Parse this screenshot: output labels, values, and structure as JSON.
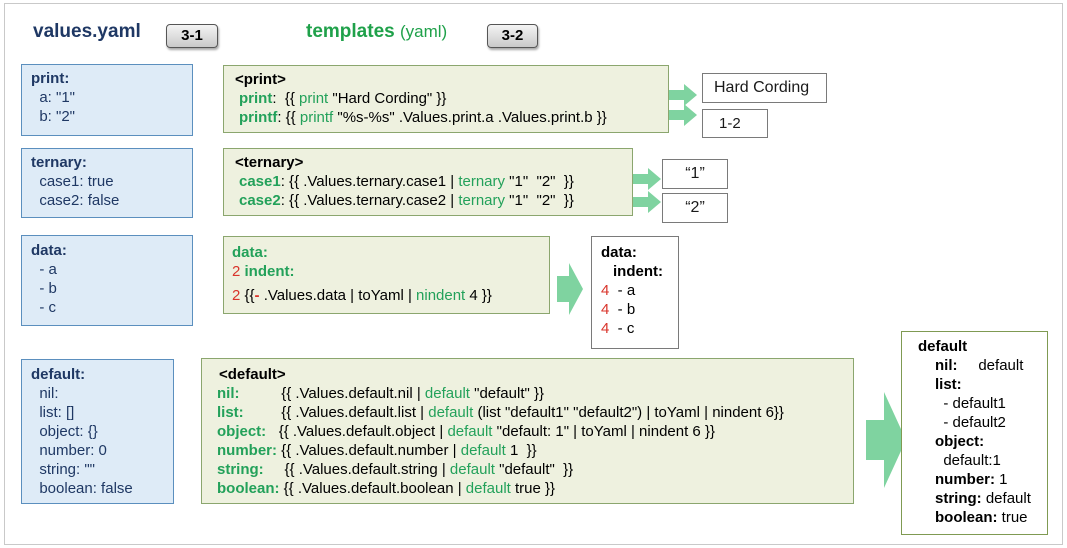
{
  "header": {
    "values_title": "values.yaml",
    "values_badge": "3-1",
    "templates_title": "templates",
    "templates_sub": "(yaml)",
    "templates_badge": "3-2"
  },
  "values": {
    "print": [
      "print:",
      "  a: \"1\"",
      "  b: \"2\""
    ],
    "ternary": [
      "ternary:",
      "  case1: true",
      "  case2: false"
    ],
    "data": [
      "data:",
      "  - a",
      "  - b",
      "  - c"
    ],
    "default": [
      "default:",
      "  nil:",
      "  list: []",
      "  object: {}",
      "  number: 0",
      "  string: \"\"",
      "  boolean: false"
    ]
  },
  "templates": {
    "print": {
      "header": "<print>",
      "l1_key": "print",
      "l1_pre": ":  {{ ",
      "l1_fn": "print",
      "l1_post": " \"Hard Cording\" }}",
      "l2_key": "printf",
      "l2_pre": ": {{ ",
      "l2_fn": "printf",
      "l2_post": " \"%s-%s\" .Values.print.a .Values.print.b }}"
    },
    "ternary": {
      "header": "<ternary>",
      "l1_key": "case1",
      "l1_pre": ": {{ .Values.ternary.case1 | ",
      "l1_fn": "ternary",
      "l1_post": " \"1\"  \"2\"  }}",
      "l2_key": "case2",
      "l2_pre": ": {{ .Values.ternary.case2 | ",
      "l2_fn": "ternary",
      "l2_post": " \"1\"  \"2\"  }}"
    },
    "data": {
      "l1": "data:",
      "l2_num": "2",
      "l2_text": "indent:",
      "l3_num": "2",
      "l3_pre": " {{",
      "l3_dash": "-",
      "l3_mid": " .Values.data | toYaml | ",
      "l3_fn": "nindent",
      "l3_post": " 4 }}"
    },
    "default": {
      "header": "<default>",
      "rows": [
        {
          "key": "nil:",
          "pad": "          ",
          "pre": "{{ .Values.default.nil | ",
          "fn": "default",
          "post": " \"default\" }}"
        },
        {
          "key": "list:",
          "pad": "         ",
          "pre": "{{ .Values.default.list | ",
          "fn": "default",
          "post": " (list \"default1\" \"default2\") | toYaml | nindent 6}}"
        },
        {
          "key": "object:",
          "pad": "   ",
          "pre": "{{ .Values.default.object | ",
          "fn": "default",
          "post": " \"default: 1\" | toYaml | nindent 6 }}"
        },
        {
          "key": "number:",
          "pad": " ",
          "pre": "{{ .Values.default.number | ",
          "fn": "default",
          "post": " 1  }}"
        },
        {
          "key": "string:",
          "pad": "     ",
          "pre": "{{ .Values.default.string | ",
          "fn": "default",
          "post": " \"default\"  }}"
        },
        {
          "key": "boolean:",
          "pad": " ",
          "pre": "{{ .Values.default.boolean | ",
          "fn": "default",
          "post": " true }}"
        }
      ]
    }
  },
  "results": {
    "print1": "Hard Cording",
    "print2": "1-2",
    "ternary1": "“1”",
    "ternary2": "“2”",
    "data": {
      "l1": "data:",
      "l2": "indent:",
      "items": [
        {
          "num": "4",
          "text": "  - a"
        },
        {
          "num": "4",
          "text": "  - b"
        },
        {
          "num": "4",
          "text": "  - c"
        }
      ]
    },
    "default": {
      "title": "default",
      "nil_key": "nil:",
      "nil_val": "     default",
      "list_key": "list:",
      "list_items": [
        "  - default1",
        "  - default2"
      ],
      "object_key": "object:",
      "object_val": "  default:1",
      "number_key": "number:",
      "number_val": " 1",
      "string_key": "string:",
      "string_val": " default",
      "boolean_key": "boolean:",
      "boolean_val": " true"
    }
  },
  "colors": {
    "arrow": "#7fd3a0",
    "values_box": "#deebf7",
    "template_box": "#eef1df",
    "keyword": "#23a15a",
    "number": "#d9342b",
    "title": "#1f3864"
  }
}
